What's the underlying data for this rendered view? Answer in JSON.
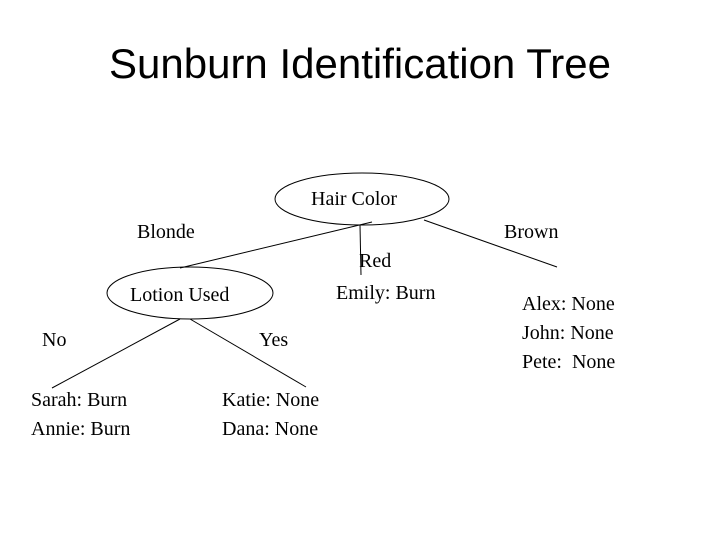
{
  "title": "Sunburn Identification Tree",
  "tree": {
    "root": "Hair Color",
    "branches": {
      "blonde": "Blonde",
      "red": "Red",
      "brown": "Brown"
    },
    "red_leaf": [
      "Emily: Burn"
    ],
    "lotion_node": "Lotion Used",
    "lotion_branches": {
      "no": "No",
      "yes": "Yes"
    },
    "no_leaf": [
      "Sarah: Burn",
      "Annie: Burn"
    ],
    "yes_leaf": [
      "Katie: None",
      "Dana: None"
    ],
    "brown_leaf": [
      "Alex: None",
      "John: None",
      "Pete:  None"
    ]
  }
}
